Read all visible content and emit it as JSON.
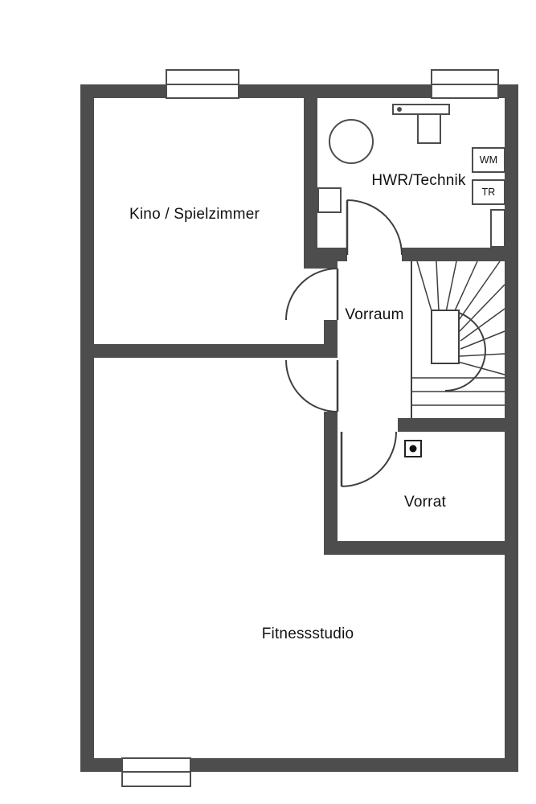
{
  "floor_plan": {
    "rooms": [
      {
        "name": "Kino / Spielzimmer"
      },
      {
        "name": "HWR/Technik"
      },
      {
        "name": "Vorraum"
      },
      {
        "name": "Vorrat"
      },
      {
        "name": "Fitnessstudio"
      }
    ],
    "appliances": [
      {
        "code": "WM"
      },
      {
        "code": "TR"
      }
    ],
    "colors": {
      "wall": "#4d4d4d",
      "line": "#3f3f3f",
      "text": "#111111",
      "background": "#ffffff"
    }
  }
}
